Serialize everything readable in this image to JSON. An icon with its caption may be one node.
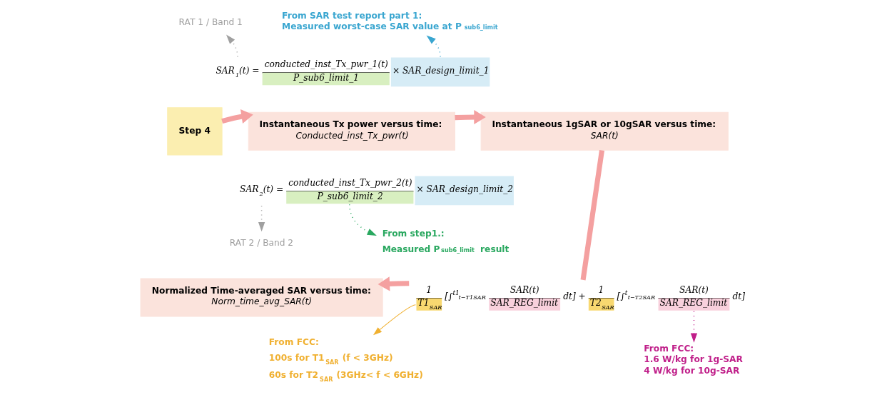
{
  "diagram": {
    "nodes": [
      {
        "text": [
          "From SAR test report part 1:",
          "Measured worst-case SAR value at P$_{sub6_limit}$"
        ]
      },
      {
        "text": [
          "RAT 1 / Band 1"
        ]
      },
      {
        "text": [
          "Step 4"
        ]
      },
      {
        "text": [
          "Instantaneous Tx power versus time:",
          "Conducted_inst_Tx_pwr(t)"
        ]
      },
      {
        "text": [
          "SAR$_{1}$(t) =",
          "conducted_inst_Tx_pwr_1(t)",
          "P_sub6_limit_1",
          "× SAR_design_limit_1"
        ]
      },
      {
        "text": [
          "Instantaneous 1gSAR or 10gSAR versus time:",
          "SAR(t)"
        ]
      },
      {
        "text": [
          "SAR$_{2}$(t) =",
          "conducted_inst_Tx_pwr_2(t)",
          "P_sub6_limit_2",
          "× SAR_design_limit_2"
        ]
      },
      {
        "text": [
          "RAT 2 / Band 2"
        ]
      },
      {
        "text": [
          "From step1.:",
          "Measured P$_{sub6_limit}$ result"
        ]
      },
      {
        "text": [
          "Normalized Time-averaged SAR versus time:",
          "Norm_time_avg_SAR(t)"
        ]
      },
      {
        "text": [
          "1",
          "T1$_{SAR}$",
          "[∫$^{t1}$$_{t−T1SAR}$",
          "SAR(t)",
          "SAR_REG_limit",
          "dt] +",
          "1",
          "T2$_{SAR}$",
          "[∫$^{t}$$_{t−T2SAR}$",
          "SAR(t)",
          "SAR_REG_limit",
          "dt]"
        ]
      },
      {
        "text": [
          "From FCC:",
          "100s for T1$_{SAR}$ (f < 3GHz)",
          "60s for T2$_{SAR}$ (3GHz< f < 6GHz)"
        ]
      },
      {
        "text": [
          "From FCC:",
          "1.6 W/kg for 1g-SAR",
          "4 W/kg for 10g-SAR"
        ]
      }
    ],
    "edges": [
      {
        "from": 2,
        "to": 3,
        "arrow": "to",
        "style": "thick",
        "color": "#f4a0a0"
      },
      {
        "from": 3,
        "to": 5,
        "arrow": "to",
        "style": "thick",
        "color": "#f4a0a0"
      },
      {
        "from": 4,
        "to": 1,
        "arrow": "to",
        "style": "dashed",
        "color": "#a0a0a0"
      },
      {
        "from": 4,
        "to": 0,
        "arrow": "to",
        "style": "dashed",
        "color": "#3aa6d0"
      },
      {
        "from": 6,
        "to": 7,
        "arrow": "to",
        "style": "dashed",
        "color": "#a0a0a0"
      },
      {
        "from": 6,
        "to": 8,
        "arrow": "to",
        "style": "dashed",
        "color": "#2aa860"
      },
      {
        "from": 5,
        "to": 10,
        "arrow": "none",
        "style": "thick",
        "color": "#f4a0a0"
      },
      {
        "from": 10,
        "to": 9,
        "arrow": "to",
        "style": "thick",
        "color": "#f4a0a0"
      },
      {
        "from": 10,
        "to": 11,
        "arrow": "to",
        "color": "#f0b030"
      },
      {
        "from": 10,
        "to": 12,
        "arrow": "to",
        "style": "dashed",
        "color": "#c0208a"
      }
    ]
  }
}
